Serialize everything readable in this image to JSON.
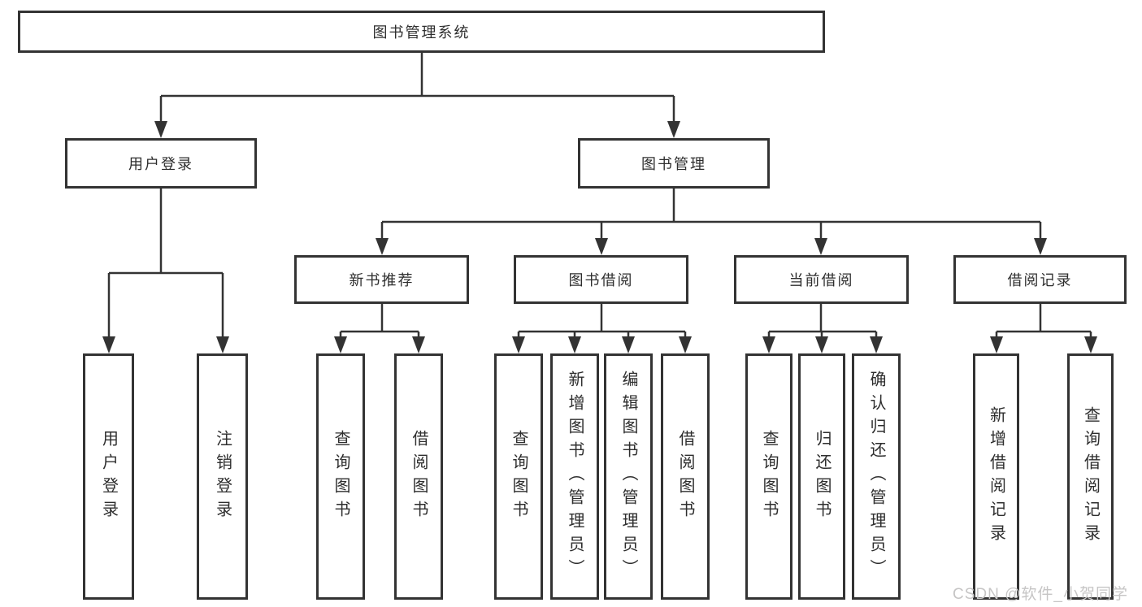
{
  "colors": {
    "line": "#333333",
    "box_bg": "#ffffff",
    "text": "#2e2e2e",
    "watermark": "#c6c5c5"
  },
  "diagram": {
    "title": "图书管理系统",
    "level2": {
      "user_login": "用户登录",
      "book_mgmt": "图书管理"
    },
    "level3": {
      "new_book_rec": "新书推荐",
      "book_borrow": "图书借阅",
      "current_borrow": "当前借阅",
      "borrow_record": "借阅记录"
    },
    "leaves": {
      "user_login": "用户登录",
      "logout": "注销登录",
      "rec_query_book": "查询图书",
      "rec_borrow_book": "借阅图书",
      "bb_query_book": "查询图书",
      "bb_add_book_admin": "新增图书（管理员）",
      "bb_edit_book_admin": "编辑图书（管理员）",
      "bb_borrow_book": "借阅图书",
      "cb_query_book": "查询图书",
      "cb_return_book": "归还图书",
      "cb_confirm_return_admin": "确认归还（管理员）",
      "br_add_record": "新增借阅记录",
      "br_query_record": "查询借阅记录"
    },
    "hierarchy": {
      "图书管理系统": [
        "用户登录",
        "图书管理"
      ],
      "用户登录": [
        "用户登录",
        "注销登录"
      ],
      "图书管理": [
        "新书推荐",
        "图书借阅",
        "当前借阅",
        "借阅记录"
      ],
      "新书推荐": [
        "查询图书",
        "借阅图书"
      ],
      "图书借阅": [
        "查询图书",
        "新增图书（管理员）",
        "编辑图书（管理员）",
        "借阅图书"
      ],
      "当前借阅": [
        "查询图书",
        "归还图书",
        "确认归还（管理员）"
      ],
      "借阅记录": [
        "新增借阅记录",
        "查询借阅记录"
      ]
    }
  },
  "watermark": "CSDN @软件_小贺同学"
}
